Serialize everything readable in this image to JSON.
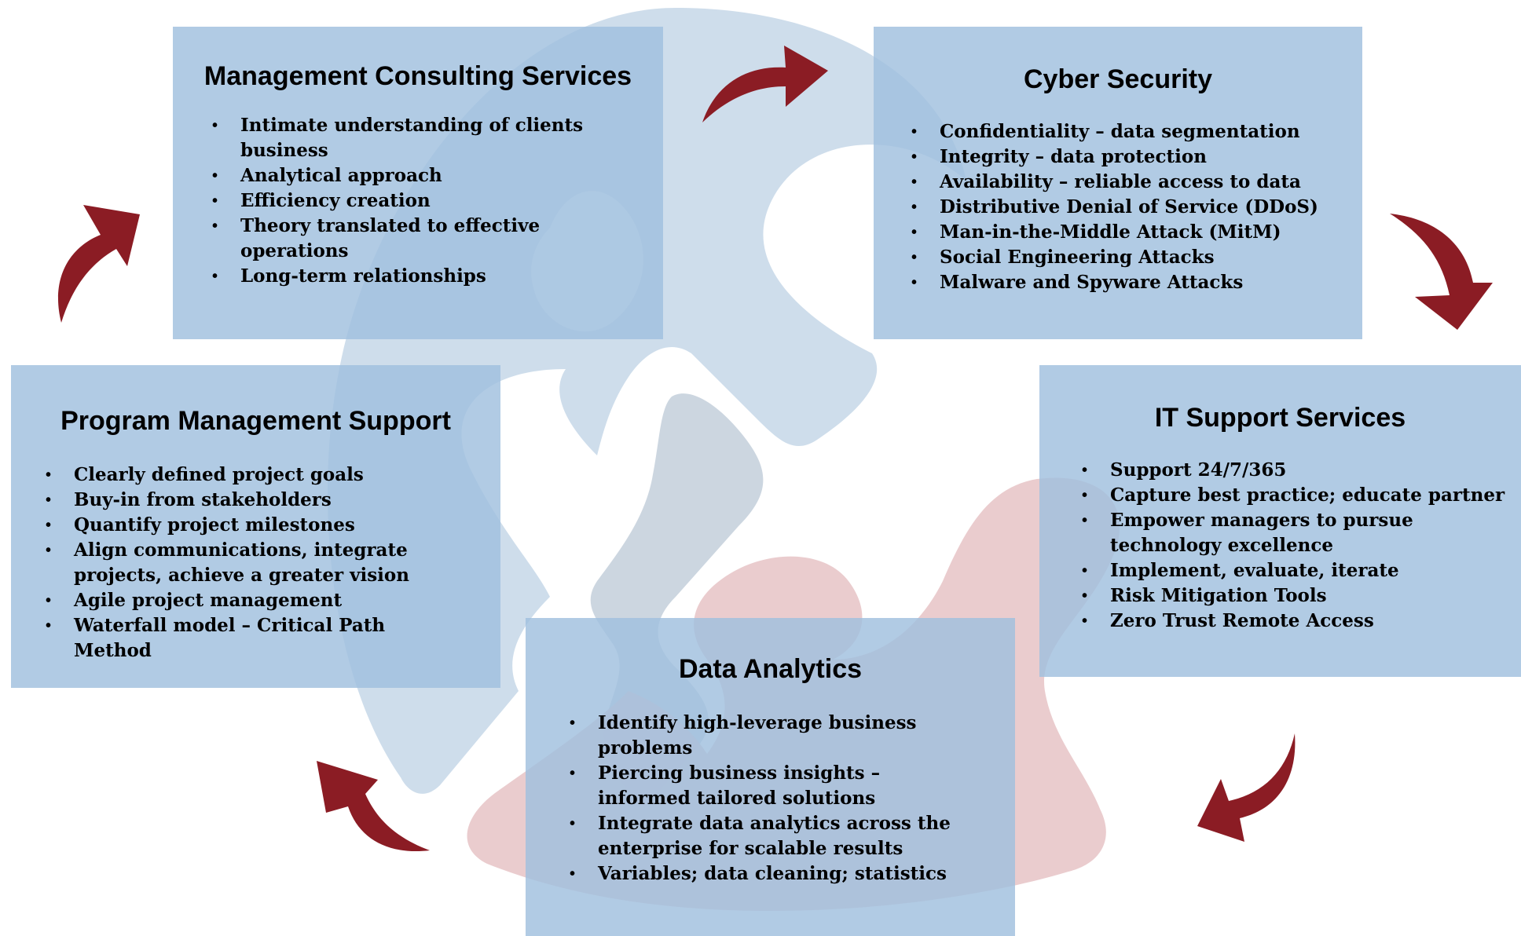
{
  "boxes": [
    {
      "id": "management-consulting",
      "title": "Management Consulting Services",
      "items": [
        "Intimate understanding of clients business",
        "Analytical approach",
        "Efficiency creation",
        "Theory translated to effective operations",
        "Long-term relationships"
      ]
    },
    {
      "id": "cyber-security",
      "title": "Cyber Security",
      "items": [
        "Confidentiality – data segmentation",
        "Integrity – data protection",
        "Availability – reliable access to data",
        "Distributive Denial of Service (DDoS)",
        "Man-in-the-Middle Attack (MitM)",
        "Social Engineering Attacks",
        "Malware and Spyware Attacks"
      ]
    },
    {
      "id": "it-support",
      "title": "IT Support Services",
      "items": [
        "Support 24/7/365",
        "Capture best practice; educate partner",
        "Empower managers to pursue technology excellence",
        "Implement, evaluate, iterate",
        "Risk Mitigation Tools",
        "Zero Trust Remote Access"
      ]
    },
    {
      "id": "data-analytics",
      "title": "Data Analytics",
      "items": [
        "Identify high-leverage business problems",
        "Piercing business insights – informed tailored solutions",
        "Integrate data analytics across the enterprise for scalable results",
        "Variables; data cleaning; statistics"
      ]
    },
    {
      "id": "program-management",
      "title": "Program Management Support",
      "items": [
        "Clearly defined project goals",
        "Buy-in from stakeholders",
        "Quantify project milestones",
        "Align communications, integrate projects, achieve a greater vision",
        "Agile project management",
        "Waterfall model – Critical Path Method"
      ]
    }
  ],
  "colors": {
    "box_fill": "#a0c0de",
    "arrow": "#8b1c24",
    "logo_blue": "#c9d9e9",
    "logo_red": "#e8c6c9"
  }
}
